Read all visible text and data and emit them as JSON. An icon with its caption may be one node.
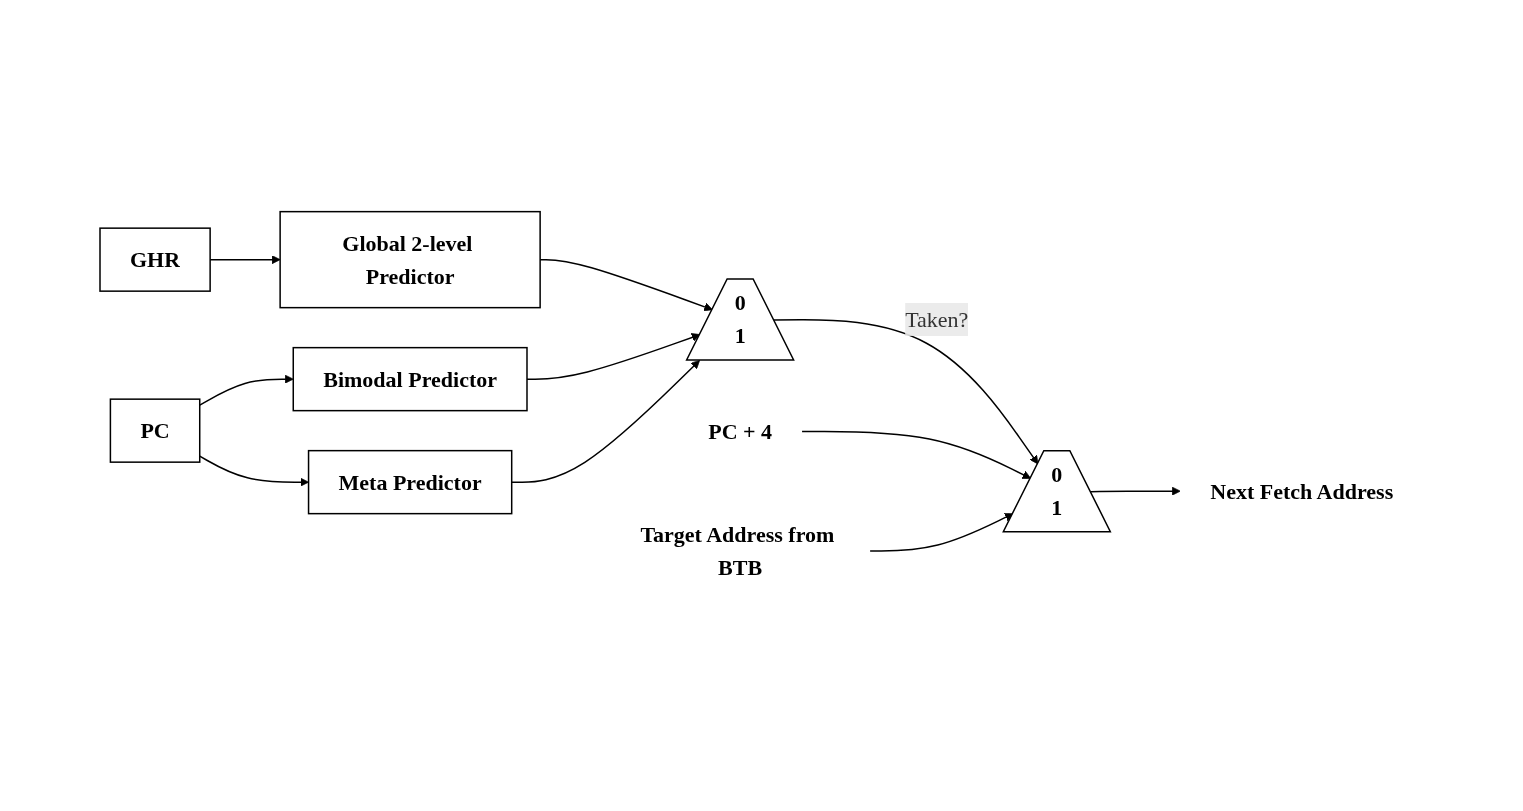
{
  "diagram": {
    "nodes": [
      {
        "text": [
          "GHR"
        ]
      },
      {
        "text": [
          "Global 2-level Predictor"
        ]
      },
      {
        "text": [
          "Bimodal Predictor"
        ]
      },
      {
        "text": [
          "PC"
        ]
      },
      {
        "text": [
          "Meta Predictor"
        ]
      },
      {
        "text": [
          "0",
          "1"
        ]
      },
      {
        "text": [
          "PC + 4"
        ]
      },
      {
        "text": [
          "Target Address from BTB"
        ]
      },
      {
        "text": [
          "0",
          "1"
        ]
      },
      {
        "text": [
          "Next Fetch Address"
        ]
      }
    ],
    "edges": [
      {
        "from": 0,
        "to": 1,
        "arrow": "to"
      },
      {
        "from": 3,
        "to": 2,
        "arrow": "to"
      },
      {
        "from": 3,
        "to": 4,
        "arrow": "to"
      },
      {
        "from": 1,
        "to": 5,
        "arrow": "to"
      },
      {
        "from": 2,
        "to": 5,
        "arrow": "to"
      },
      {
        "from": 4,
        "to": 5,
        "arrow": "to"
      },
      {
        "from": 5,
        "to": 8,
        "arrow": "to",
        "label": "Taken?"
      },
      {
        "from": 6,
        "to": 8,
        "arrow": "to"
      },
      {
        "from": 7,
        "to": 8,
        "arrow": "to"
      },
      {
        "from": 8,
        "to": 9,
        "arrow": "to"
      }
    ]
  }
}
